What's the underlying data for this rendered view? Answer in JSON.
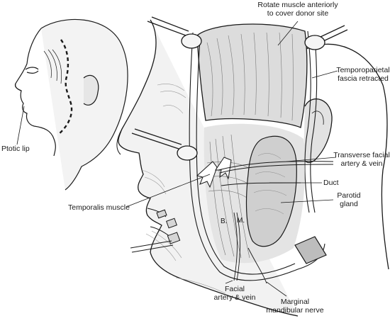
{
  "labels": {
    "rotate_muscle": [
      "Rotate muscle anteriorly",
      "to cover donor site"
    ],
    "temporoparietal_fascia": [
      "Temporoparietal",
      "fascia retracted"
    ],
    "ptotic_lip": "Ptotic lip",
    "transverse_facial": [
      "Transverse facial",
      "artery & vein"
    ],
    "duct": "Duct",
    "parotid_gland": [
      "Parotid",
      "gland"
    ],
    "temporalis_muscle": "Temporalis muscle",
    "buccinator_abbrev": "B.",
    "masseter_abbrev": "M.",
    "facial_artery_vein": [
      "Facial",
      "artery & vein"
    ],
    "marginal_mandibular": [
      "Marginal",
      "mandibular nerve"
    ]
  },
  "colors": {
    "ink": "#1a1a1a",
    "skin_shade": "#d9d9d9",
    "muscle_shade": "#c8c8c8",
    "gland_shade": "#bdbdbd",
    "background": "#ffffff"
  }
}
